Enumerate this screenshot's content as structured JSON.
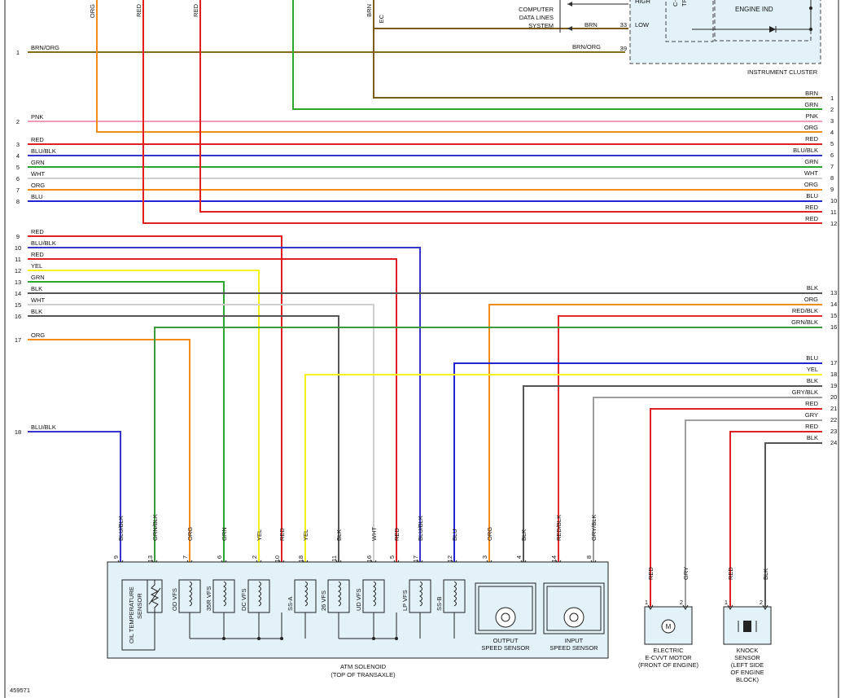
{
  "figure_id": "459571",
  "colors": {
    "BRN": "#7a5c14",
    "ORG": "#f08c1c",
    "RED": "#e02020",
    "GRN": "#2ea52e",
    "PNK": "#f39ab6",
    "BLU": "#2424d6",
    "WHT": "#cfcfcf",
    "YEL": "#f2f21a",
    "BLK": "#555555",
    "GRY": "#a0a0a0",
    "BRN/ORG": "#8a6a1c",
    "BLU/BLK": "#3434c8",
    "GRN/BLK": "#3f9a3f",
    "RED/BLK": "#e02a2a",
    "GRY/BLK": "#9c9c9c",
    "box_fill": "#e3f1f8"
  },
  "left_connector": [
    {
      "pin": "1",
      "label": "BRN/ORG"
    },
    {
      "pin": "2",
      "label": "PNK"
    },
    {
      "pin": "3",
      "label": "RED"
    },
    {
      "pin": "4",
      "label": "BLU/BLK"
    },
    {
      "pin": "5",
      "label": "GRN"
    },
    {
      "pin": "6",
      "label": "WHT"
    },
    {
      "pin": "7",
      "label": "ORG"
    },
    {
      "pin": "8",
      "label": "BLU"
    },
    {
      "pin": "9",
      "label": "RED"
    },
    {
      "pin": "10",
      "label": "BLU/BLK"
    },
    {
      "pin": "11",
      "label": "RED"
    },
    {
      "pin": "12",
      "label": "YEL"
    },
    {
      "pin": "13",
      "label": "GRN"
    },
    {
      "pin": "14",
      "label": "BLK"
    },
    {
      "pin": "15",
      "label": "WHT"
    },
    {
      "pin": "16",
      "label": "BLK"
    },
    {
      "pin": "17",
      "label": "ORG"
    },
    {
      "pin": "18",
      "label": "BLU/BLK"
    }
  ],
  "right_connector": [
    {
      "pin": "1",
      "label": "BRN"
    },
    {
      "pin": "2",
      "label": "GRN"
    },
    {
      "pin": "3",
      "label": "PNK"
    },
    {
      "pin": "4",
      "label": "ORG"
    },
    {
      "pin": "5",
      "label": "RED"
    },
    {
      "pin": "6",
      "label": "BLU/BLK"
    },
    {
      "pin": "7",
      "label": "GRN"
    },
    {
      "pin": "8",
      "label": "WHT"
    },
    {
      "pin": "9",
      "label": "ORG"
    },
    {
      "pin": "10",
      "label": "BLU"
    },
    {
      "pin": "11",
      "label": "RED"
    },
    {
      "pin": "12",
      "label": "RED"
    },
    {
      "pin": "13",
      "label": "BLK"
    },
    {
      "pin": "14",
      "label": "ORG"
    },
    {
      "pin": "15",
      "label": "RED/BLK"
    },
    {
      "pin": "16",
      "label": "GRN/BLK"
    },
    {
      "pin": "17",
      "label": "BLU"
    },
    {
      "pin": "18",
      "label": "YEL"
    },
    {
      "pin": "19",
      "label": "BLK"
    },
    {
      "pin": "20",
      "label": "GRY/BLK"
    },
    {
      "pin": "21",
      "label": "RED"
    },
    {
      "pin": "22",
      "label": "GRY"
    },
    {
      "pin": "23",
      "label": "RED"
    },
    {
      "pin": "24",
      "label": "BLK"
    }
  ],
  "top_wires": [
    {
      "label": "ORG"
    },
    {
      "label": "RED"
    },
    {
      "label": "RED"
    },
    {
      "label": "BRN"
    }
  ],
  "top_wire_tag": "EC",
  "instrument_cluster": {
    "name": "INSTRUMENT CLUSTER",
    "engine_ind": "ENGINE IND",
    "transceiver": "C-CAN TRANSCEIV",
    "partial_label": "HIGH",
    "pins": [
      {
        "pin": "33",
        "name": "LOW",
        "wire": "BRN"
      },
      {
        "pin": "39",
        "name": "",
        "wire": "BRN/ORG"
      }
    ]
  },
  "data_lines": [
    "COMPUTER",
    "DATA LINES",
    "SYSTEM"
  ],
  "atm_solenoid": {
    "name": [
      "ATM SOLENOID",
      "(TOP OF TRANSAXLE)"
    ],
    "pins": [
      {
        "pin": "9",
        "wire": "BLU/BLK"
      },
      {
        "pin": "13",
        "wire": "GRN/BLK"
      },
      {
        "pin": "7",
        "wire": "ORG"
      },
      {
        "pin": "6",
        "wire": "GRN"
      },
      {
        "pin": "2",
        "wire": "YEL"
      },
      {
        "pin": "10",
        "wire": "RED"
      },
      {
        "pin": "18",
        "wire": "YEL"
      },
      {
        "pin": "11",
        "wire": "BLK"
      },
      {
        "pin": "16",
        "wire": "WHT"
      },
      {
        "pin": "5",
        "wire": "RED"
      },
      {
        "pin": "17",
        "wire": "BLU/BLK"
      },
      {
        "pin": "12",
        "wire": "BLU"
      },
      {
        "pin": "3",
        "wire": "ORG"
      },
      {
        "pin": "4",
        "wire": "BLK"
      },
      {
        "pin": "14",
        "wire": "RED/BLK"
      },
      {
        "pin": "8",
        "wire": "GRY/BLK"
      }
    ],
    "components": [
      {
        "name": "OIL TEMPERATURE SENSOR",
        "lines": [
          "OIL TEMPERATURE",
          "SENSOR"
        ]
      },
      {
        "name": "OD VFS"
      },
      {
        "name": "35R VFS"
      },
      {
        "name": "DC VFS"
      },
      {
        "name": "SS-A"
      },
      {
        "name": "26 VFS"
      },
      {
        "name": "UD VFS"
      },
      {
        "name": "LP VFS"
      },
      {
        "name": "SS-B"
      }
    ],
    "output_speed_sensor": [
      "OUTPUT",
      "SPEED SENSOR"
    ],
    "input_speed_sensor": [
      "INPUT",
      "SPEED SENSOR"
    ]
  },
  "evvt_motor": {
    "name": [
      "ELECTRIC",
      "E-CVVT MOTOR",
      "(FRONT OF ENGINE)"
    ],
    "symbol": "M",
    "pins": [
      {
        "pin": "1",
        "wire": "RED"
      },
      {
        "pin": "2",
        "wire": "GRY"
      }
    ]
  },
  "knock_sensor": {
    "name": [
      "KNOCK",
      "SENSOR",
      "(LEFT SIDE",
      "OF ENGINE",
      "BLOCK)"
    ],
    "pins": [
      {
        "pin": "1",
        "wire": "RED"
      },
      {
        "pin": "2",
        "wire": "BLK"
      }
    ]
  }
}
